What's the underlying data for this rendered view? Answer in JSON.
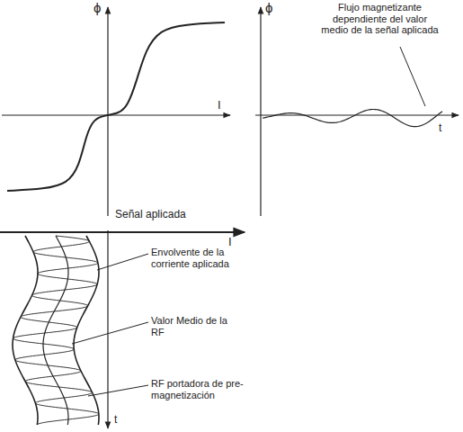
{
  "diagram": {
    "labels": [
      "ϕ",
      "I",
      "ϕ",
      "Flujo magnetizante dependiente del valor medio de la señal aplicada",
      "t",
      "Señal aplicada",
      "I",
      "Envolvente de la corriente aplicada",
      "Valor Medio de la RF",
      "RF portadora de pre-magnetización",
      "t"
    ]
  }
}
